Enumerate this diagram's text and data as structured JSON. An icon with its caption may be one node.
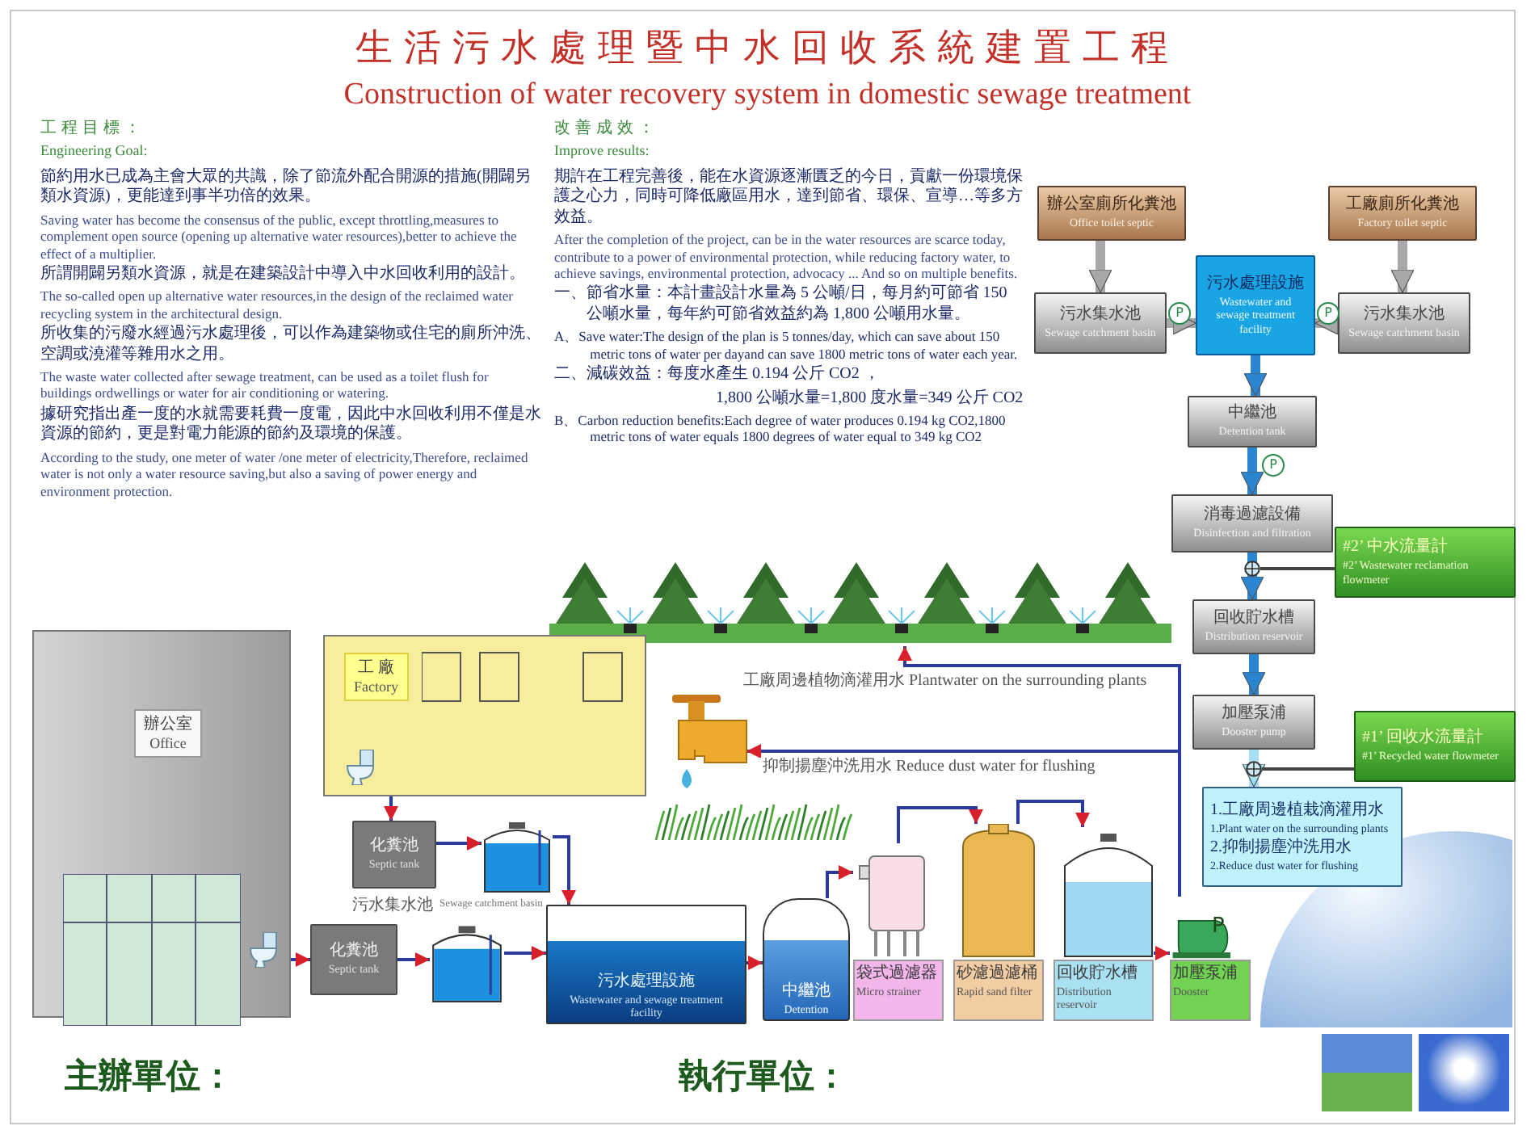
{
  "diagram": {
    "title": "生活污水處理暨中水回收系統建置工程",
    "nodes": [
      {
        "text": [
          "辦公室廁所化糞池",
          "Office toilet septic"
        ]
      },
      {
        "text": [
          "工廠廁所化糞池",
          "Factory toilet septic"
        ]
      },
      {
        "text": [
          "污水集水池",
          "Sewage catchment basin"
        ]
      },
      {
        "text": [
          "污水處理設施",
          "Wastewater and sewage treatment facility"
        ]
      },
      {
        "text": [
          "污水集水池",
          "Sewage catchment basin"
        ]
      },
      {
        "text": [
          "中繼池",
          "Detention tank"
        ]
      },
      {
        "text": [
          "消毒過濾設備",
          "Disinfection and filtration"
        ]
      },
      {
        "text": [
          "#2’ 中水流量計",
          "#2’ Wastewater reclamation flowmeter"
        ]
      },
      {
        "text": [
          "回收貯水槽",
          "Distribution reservoir"
        ]
      },
      {
        "text": [
          "加壓泵浦",
          "Dooster pump"
        ]
      },
      {
        "text": [
          "#1’ 回收水流量計",
          "#1’ Recycled water flowmeter"
        ]
      },
      {
        "text": [
          "1.工廠周邊植栽滴灌用水",
          "1.Plant water on the surrounding plants",
          "2.抑制揚塵沖洗用水",
          "2.Reduce dust water for flushing"
        ]
      },
      {
        "text": [],
        "shape": "picture"
      },
      {
        "text": [],
        "shape": "picture"
      },
      {
        "text": [
          "工 廠",
          "Factory"
        ]
      },
      {
        "text": [
          "辦公室",
          "Office"
        ]
      },
      {
        "text": [
          "化糞池",
          "Septic tank"
        ]
      },
      {
        "text": [],
        "shape": "cylinder"
      },
      {
        "text": [
          "化糞池",
          "Septic tank"
        ]
      },
      {
        "text": [],
        "shape": "cylinder"
      },
      {
        "text": [
          "污水處理設施",
          "Wastewater and sewage treatment facility"
        ]
      },
      {
        "text": [
          "中繼池",
          "Detention"
        ]
      },
      {
        "text": [
          "袋式過濾器",
          "Micro strainer"
        ]
      },
      {
        "text": [
          "砂濾過濾桶",
          "Rapid sand filter"
        ]
      },
      {
        "text": [
          "回收貯水槽",
          "Distribution reservoir"
        ]
      },
      {
        "text": [
          "加壓泵浦",
          "Dooster"
        ]
      },
      {
        "text": [],
        "shape": "circle"
      },
      {
        "text": [],
        "shape": "circle"
      }
    ],
    "edges": [
      {
        "from": 0,
        "to": 2,
        "arrow": "to",
        "style": "thick",
        "color": "#a8a8a8"
      },
      {
        "from": 1,
        "to": 4,
        "arrow": "to",
        "style": "thick",
        "color": "#a8a8a8"
      },
      {
        "from": 2,
        "to": 3,
        "arrow": "to",
        "style": "thick",
        "color": "#a8a8a8"
      },
      {
        "from": 4,
        "to": 3,
        "arrow": "to",
        "style": "thick",
        "color": "#a8a8a8"
      },
      {
        "from": 3,
        "to": 5,
        "arrow": "to",
        "style": "thick",
        "color": "#2a86d0"
      },
      {
        "from": 5,
        "to": 6,
        "arrow": "to",
        "style": "thick",
        "color": "#2a86d0"
      },
      {
        "from": 6,
        "to": 8,
        "arrow": "to",
        "style": "thick",
        "color": "#2a86d0"
      },
      {
        "from": 8,
        "to": 9,
        "arrow": "to",
        "style": "thick",
        "color": "#2a86d0"
      },
      {
        "from": 9,
        "to": 11,
        "arrow": "to",
        "style": "thick",
        "color": "#a6dff2"
      },
      {
        "from": 7,
        "to": 26,
        "arrow": "none",
        "color": "#444444"
      },
      {
        "from": 10,
        "to": 27,
        "arrow": "none",
        "color": "#444444"
      },
      {
        "from": 14,
        "to": 16,
        "arrow": "to"
      },
      {
        "from": 16,
        "to": 17,
        "arrow": "to"
      },
      {
        "from": 17,
        "to": 20,
        "arrow": "to"
      },
      {
        "from": 15,
        "to": 18,
        "arrow": "to"
      },
      {
        "from": 18,
        "to": 19,
        "arrow": "to"
      },
      {
        "from": 19,
        "to": 20,
        "arrow": "to"
      },
      {
        "from": 20,
        "to": 21,
        "arrow": "to"
      },
      {
        "from": 21,
        "to": 22,
        "arrow": "to"
      },
      {
        "from": 22,
        "to": 23,
        "arrow": "to"
      },
      {
        "from": 23,
        "to": 24,
        "arrow": "to"
      },
      {
        "from": 24,
        "to": 25,
        "arrow": "to"
      },
      {
        "from": 25,
        "to": 12,
        "arrow": "to",
        "label": "工廠周邊植物滴灌用水 Plantwater on the surrounding plants"
      },
      {
        "from": 25,
        "to": 13,
        "arrow": "to",
        "label": "抑制揚塵沖洗用水 Reduce dust water for flushing"
      }
    ],
    "labels": [
      "Construction of water recovery system in domestic sewage treatment",
      "工程目標：",
      "Engineering Goal:",
      "節約用水已成為主會大眾的共識，除了節流外配合開源的措施(開闢另類水資源)，更能達到事半功倍的效果。",
      "Saving water has become the consensus of the public, except throttling,measures to complement open source (opening up alternative water resources),better to achieve the effect of a multiplier.",
      "所謂開闢另類水資源，就是在建築設計中導入中水回收利用的設計。",
      "The so-called open up alternative water resources,in the design of the reclaimed water recycling system in the architectural design.",
      "所收集的污廢水經過污水處理後，可以作為建築物或住宅的廁所沖洗、空調或澆灌等雜用水之用。",
      "The waste water collected after sewage treatment, can be used as a toilet flush for buildings ordwellings or water for air conditioning or watering.",
      "據研究指出產一度的水就需要耗費一度電，因此中水回收利用不僅是水資源的節約，更是對電力能源的節約及環境的保護。",
      "According to the study, one meter of water /one meter of electricity,Therefore, reclaimed water is not only a water resource saving,but also a saving of power energy and environment protection.",
      "改善成效：",
      "Improve results:",
      "期許在工程完善後，能在水資源逐漸匱乏的今日，貢獻一份環境保護之心力，同時可降低廠區用水，達到節省、環保、宣導…等多方效益。",
      "After the completion of the project, can be in the water resources are scarce today, contribute to a power of environmental protection, while reducing factory water, to achieve savings, environmental protection, advocacy ... And so on multiple benefits.",
      "一、節省水量：本計畫設計水量為 5 公噸/日，每月約可節省 150 公噸水量，每年約可節省效益約為 1,800 公噸用水量。",
      "A、Save water:The design of the plan is 5 tonnes/day, which can save about 150 metric tons of water per dayand can save 1800 metric tons of water each year.",
      "二、減碳效益：每度水產生 0.194 公斤 CO2 ，",
      "1,800 公噸水量=1,800 度水量=349 公斤 CO2",
      "B、Carbon reduction benefits:Each degree of water produces 0.194 kg CO2,1800 metric tons of water equals 1800 degrees of water equal to 349 kg CO2",
      "P",
      "P",
      "P",
      "污水集水池",
      "Sewage catchment basin",
      "P",
      "主辦單位：",
      "執行單位："
    ]
  }
}
